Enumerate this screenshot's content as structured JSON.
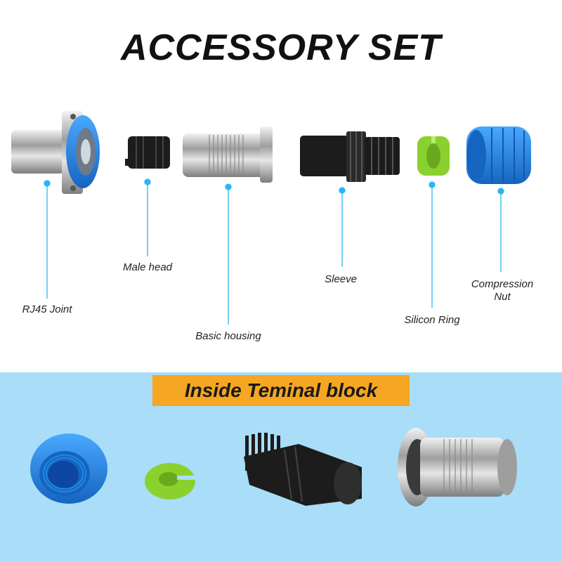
{
  "title": "ACCESSORY SET",
  "labels": {
    "rj45_joint": "RJ45 Joint",
    "male_head": "Male head",
    "basic_housing": "Basic housing",
    "sleeve": "Sleeve",
    "silicon_ring": "Silicon Ring",
    "compression_nut_line1": "Compression",
    "compression_nut_line2": "Nut"
  },
  "banner": {
    "text": "Inside Teminal block"
  },
  "colors": {
    "accent_blue": "#1e88e5",
    "leader_line": "#29b6f6",
    "bottom_background": "#a9ddf8",
    "banner_orange": "#f5a623",
    "ring_green": "#8bd12e",
    "sleeve_black": "#1c1c1c",
    "chrome": "#c8c8c8"
  }
}
